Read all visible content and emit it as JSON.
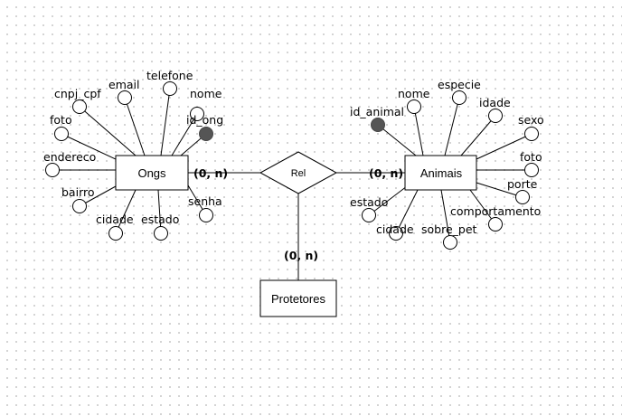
{
  "colors": {
    "stroke": "#000000",
    "key_fill": "#555555",
    "shape_fill": "#ffffff"
  },
  "entities": {
    "ongs": "Ongs",
    "animais": "Animais",
    "protetores": "Protetores"
  },
  "relationship": {
    "label": "Rel"
  },
  "cardinalities": {
    "ongs_rel": "(0, n)",
    "rel_animais": "(0, n)",
    "rel_protetores": "(0, n)"
  },
  "ongs_attributes": {
    "cnpj_cpf": "cnpj_cpf",
    "email": "email",
    "telefone": "telefone",
    "nome": "nome",
    "id_ong": "id_ong",
    "foto": "foto",
    "endereco": "endereco",
    "bairro": "bairro",
    "cidade": "cidade",
    "estado": "estado",
    "senha": "senha"
  },
  "animais_attributes": {
    "nome": "nome",
    "especie": "especie",
    "idade": "idade",
    "id_animal": "id_animal",
    "sexo": "sexo",
    "foto": "foto",
    "porte": "porte",
    "comportamento": "comportamento",
    "estado": "estado",
    "cidade": "cidade",
    "sobre_pet": "sobre_pet"
  }
}
